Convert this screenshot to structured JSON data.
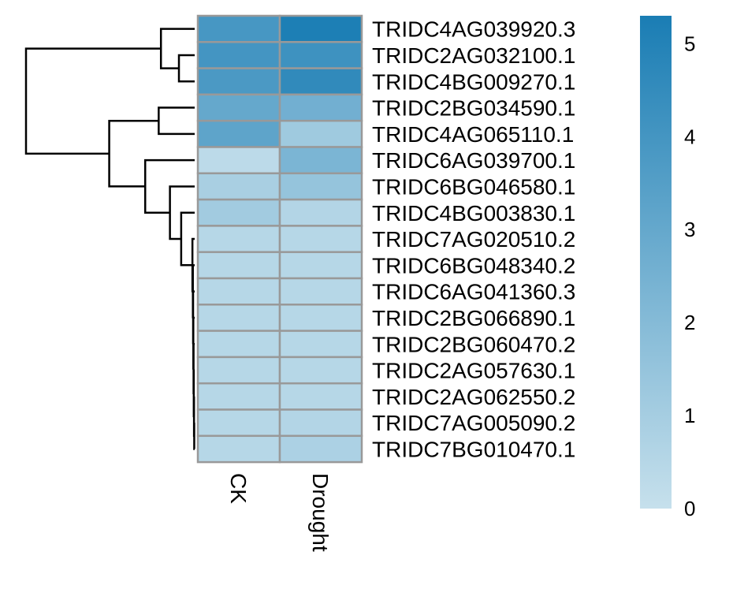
{
  "chart_data": {
    "type": "heatmap",
    "columns": [
      "CK",
      "Drought"
    ],
    "rows": [
      "TRIDC4AG039920.3",
      "TRIDC2AG032100.1",
      "TRIDC4BG009270.1",
      "TRIDC2BG034590.1",
      "TRIDC4AG065110.1",
      "TRIDC6AG039700.1",
      "TRIDC6BG046580.1",
      "TRIDC4BG003830.1",
      "TRIDC7AG020510.2",
      "TRIDC6BG048340.2",
      "TRIDC6AG041360.3",
      "TRIDC2BG066890.1",
      "TRIDC2BG060470.2",
      "TRIDC2AG057630.1",
      "TRIDC2AG062550.2",
      "TRIDC7AG005090.2",
      "TRIDC7BG010470.1"
    ],
    "values": [
      [
        3.9,
        5.2
      ],
      [
        4.0,
        4.2
      ],
      [
        3.8,
        4.6
      ],
      [
        3.0,
        2.6
      ],
      [
        3.2,
        1.2
      ],
      [
        0.3,
        2.3
      ],
      [
        0.9,
        1.5
      ],
      [
        1.1,
        0.6
      ],
      [
        0.5,
        0.5
      ],
      [
        0.5,
        0.5
      ],
      [
        0.5,
        0.5
      ],
      [
        0.5,
        0.5
      ],
      [
        0.5,
        0.5
      ],
      [
        0.5,
        0.5
      ],
      [
        0.5,
        0.5
      ],
      [
        0.5,
        0.6
      ],
      [
        0.5,
        0.8
      ]
    ],
    "colorbar": {
      "min": 0,
      "max": 5.3,
      "ticks": [
        0,
        1,
        2,
        3,
        4,
        5
      ],
      "tick_labels": [
        "0",
        "1",
        "2",
        "3",
        "4",
        "5"
      ],
      "color_low": "#c6e0ec",
      "color_high": "#1a7db4"
    },
    "row_dendrogram": {
      "merges": [
        [
          15,
          16,
          0.02
        ],
        [
          14,
          17,
          0.03
        ],
        [
          13,
          18,
          0.04
        ],
        [
          12,
          19,
          0.05
        ],
        [
          11,
          20,
          0.06
        ],
        [
          10,
          21,
          0.07
        ],
        [
          9,
          22,
          0.08
        ],
        [
          8,
          23,
          0.1
        ],
        [
          7,
          24,
          0.6
        ],
        [
          6,
          25,
          1.1
        ],
        [
          5,
          26,
          2.2
        ],
        [
          3,
          4,
          1.6
        ],
        [
          27,
          28,
          3.8
        ],
        [
          1,
          2,
          0.7
        ],
        [
          0,
          30,
          1.5
        ],
        [
          29,
          31,
          7.5
        ]
      ]
    }
  }
}
